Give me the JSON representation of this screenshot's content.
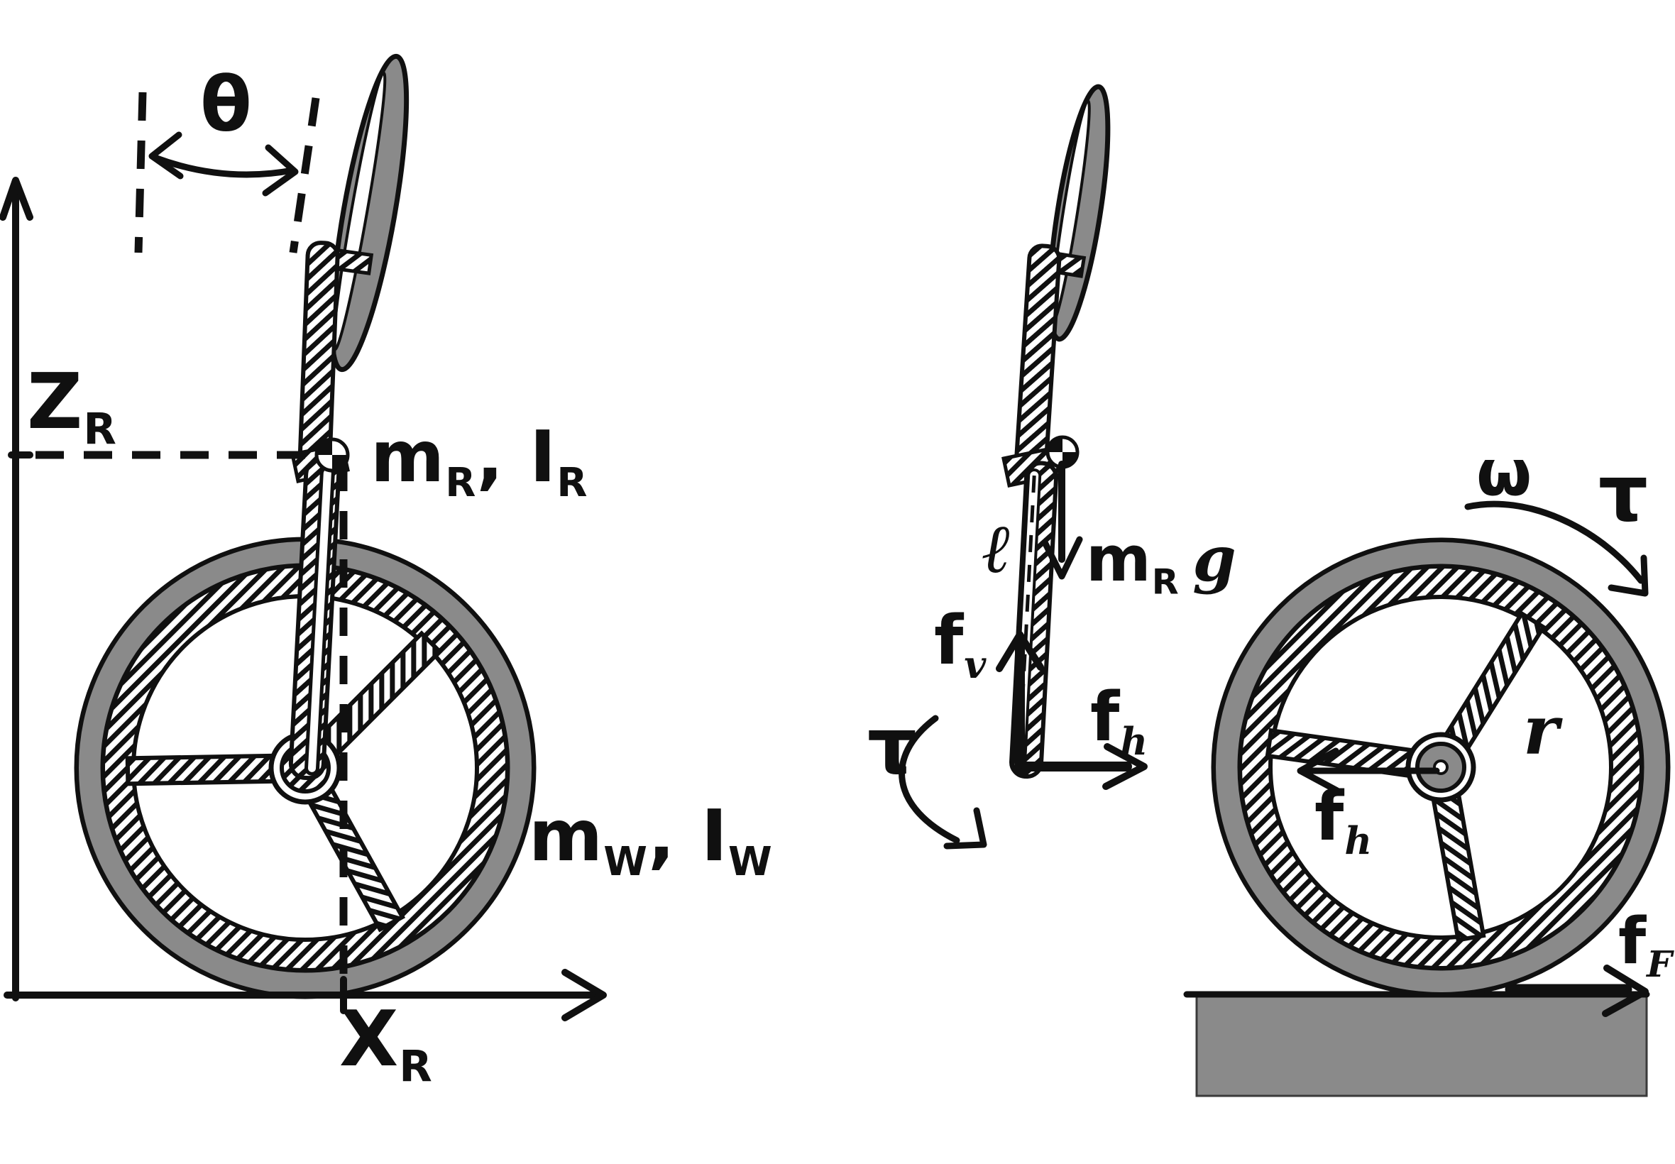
{
  "colors": {
    "ink": "#101010",
    "gray": "#8a8a8a",
    "ground": "#8a8a8a",
    "bg": "#ffffff"
  },
  "left": {
    "theta": "θ",
    "z_axis": {
      "base": "Z",
      "sub": "R"
    },
    "x_axis": {
      "base": "X",
      "sub": "R"
    },
    "body": {
      "p1": "m",
      "s1": "R",
      "p2": ", I",
      "s2": "R"
    },
    "wheel": {
      "p1": "m",
      "s1": "W",
      "p2": ", I",
      "s2": "W"
    }
  },
  "mid": {
    "length": "ℓ",
    "weight": {
      "p1": "m",
      "s1": "R",
      "p2": "g"
    },
    "fv": {
      "p1": "f",
      "s1": "v"
    },
    "fh": {
      "p1": "f",
      "s1": "h"
    },
    "tau": "τ"
  },
  "right": {
    "omega": "ω",
    "tau": "τ",
    "radius": "r",
    "fh": {
      "p1": "f",
      "s1": "h"
    },
    "ff": {
      "p1": "f",
      "s1": "F"
    }
  }
}
